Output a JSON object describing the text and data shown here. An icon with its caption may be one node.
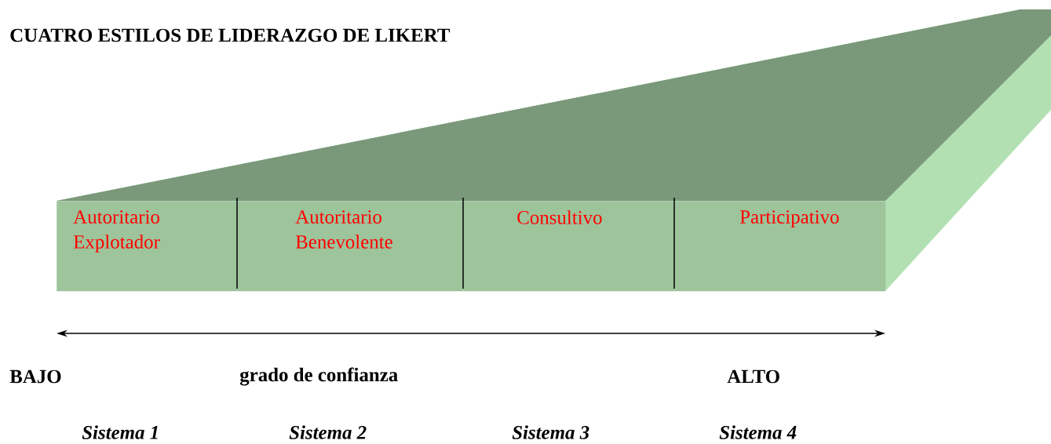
{
  "diagram": {
    "title": "CUATRO ESTILOS DE LIDERAZGO DE LIKERT",
    "nodes": [
      {
        "text": [
          "Autoritario Explotador"
        ]
      },
      {
        "text": [
          "Autoritario Benevolente"
        ]
      },
      {
        "text": [
          "Consultivo"
        ]
      },
      {
        "text": [
          "Participativo"
        ]
      }
    ],
    "labels": [
      "BAJO",
      "grado de confianza",
      "ALTO",
      "Sistema 1",
      "Sistema 2",
      "Sistema 3",
      "Sistema 4"
    ]
  }
}
